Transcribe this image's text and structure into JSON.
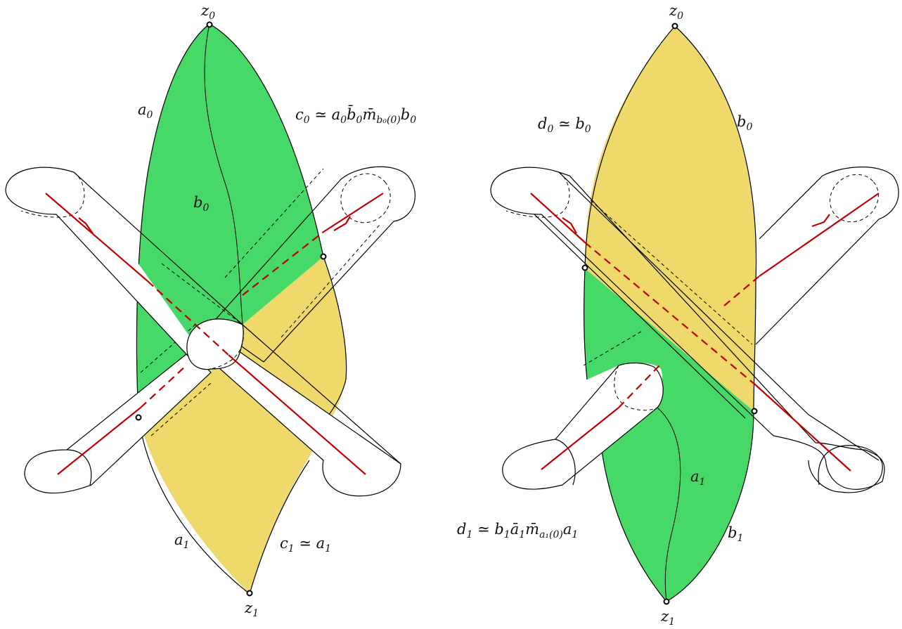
{
  "colors": {
    "green": "#47d968",
    "yellow": "#eed96a",
    "axis_red": "#c00000"
  },
  "left": {
    "z0": {
      "base": "z",
      "sub": "0"
    },
    "z1": {
      "base": "z",
      "sub": "1"
    },
    "a0": {
      "base": "a",
      "sub": "0"
    },
    "b0": {
      "base": "b",
      "sub": "0"
    },
    "a1": {
      "base": "a",
      "sub": "1"
    },
    "c0": {
      "main": "c",
      "main_sub": "0",
      "sim": " ≃ ",
      "rest": "a",
      "rest_sub": "0",
      "bbar": "b̄",
      "bbar_sub": "0",
      "mbar": "m̄",
      "mbar_sub": "b₀(0)",
      "tail": "b",
      "tail_sub": "0"
    },
    "c1": {
      "main": "c",
      "main_sub": "1",
      "sim": " ≃ ",
      "rest": "a",
      "rest_sub": "1"
    }
  },
  "right": {
    "z0": {
      "base": "z",
      "sub": "0"
    },
    "z1": {
      "base": "z",
      "sub": "1"
    },
    "b0": {
      "base": "b",
      "sub": "0"
    },
    "a1": {
      "base": "a",
      "sub": "1"
    },
    "b1": {
      "base": "b",
      "sub": "1"
    },
    "d0": {
      "main": "d",
      "main_sub": "0",
      "sim": " ≃ ",
      "rest": "b",
      "rest_sub": "0"
    },
    "d1": {
      "main": "d",
      "main_sub": "1",
      "sim": " ≃ ",
      "rest": "b",
      "rest_sub": "1",
      "abar": "ā",
      "abar_sub": "1",
      "mbar": "m̄",
      "mbar_sub": "a₁(0)",
      "tail": "a",
      "tail_sub": "1"
    }
  }
}
